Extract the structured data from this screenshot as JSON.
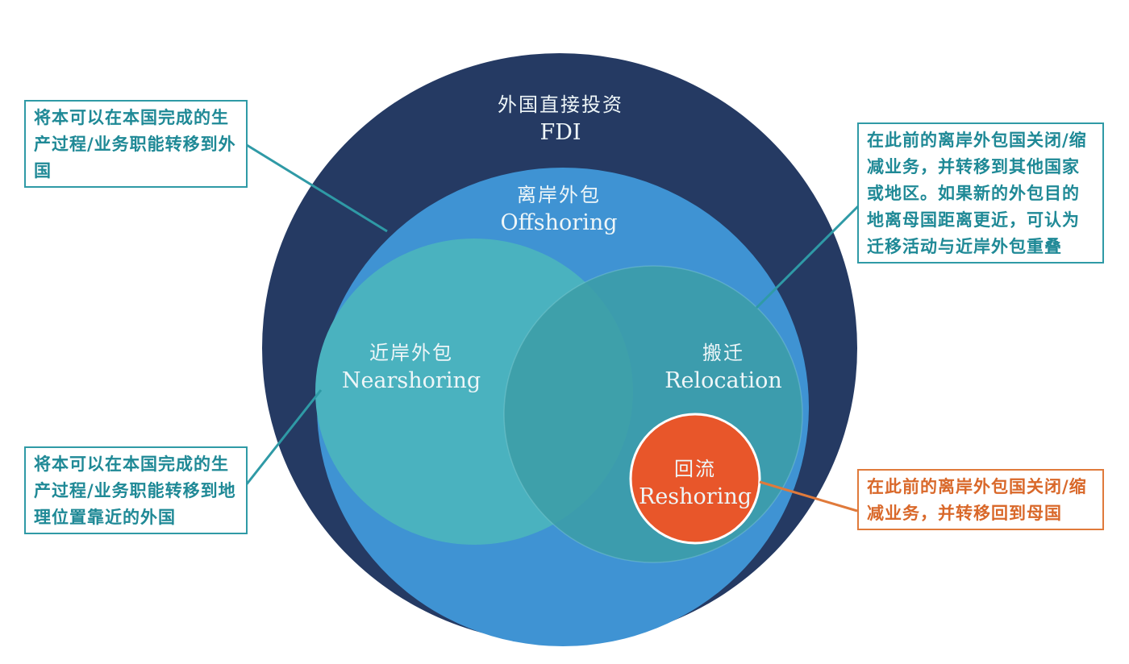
{
  "fdi": {
    "zh": "外国直接投资",
    "en": "FDI"
  },
  "offshoring": {
    "zh": "离岸外包",
    "en": "Offshoring"
  },
  "nearshoring": {
    "zh": "近岸外包",
    "en": "Nearshoring"
  },
  "relocation": {
    "zh": "搬迁",
    "en": "Relocation"
  },
  "reshoring": {
    "zh": "回流",
    "en": "Reshoring"
  },
  "callouts": {
    "offshoring_desc": "将本可以在本国完成的生产过程/业务职能转移到外国",
    "nearshoring_desc": "将本可以在本国完成的生产过程/业务职能转移到地理位置靠近的外国",
    "relocation_desc": "在此前的离岸外包国关闭/缩减业务，并转移到其他国家或地区。如果新的外包目的地离母国距离更近，可认为迁移活动与近岸外包重叠",
    "reshoring_desc": "在此前的离岸外包国关闭/缩减业务，并转移回到母国"
  },
  "colors": {
    "fdi": "#253a63",
    "offshoring": "#3f93d3",
    "nearshoring": "#4ab2bf",
    "relocation": "#3c9da7",
    "reshoring": "#e8562a",
    "callout_teal": "#2f9aa6",
    "callout_orange": "#e07a3b"
  }
}
